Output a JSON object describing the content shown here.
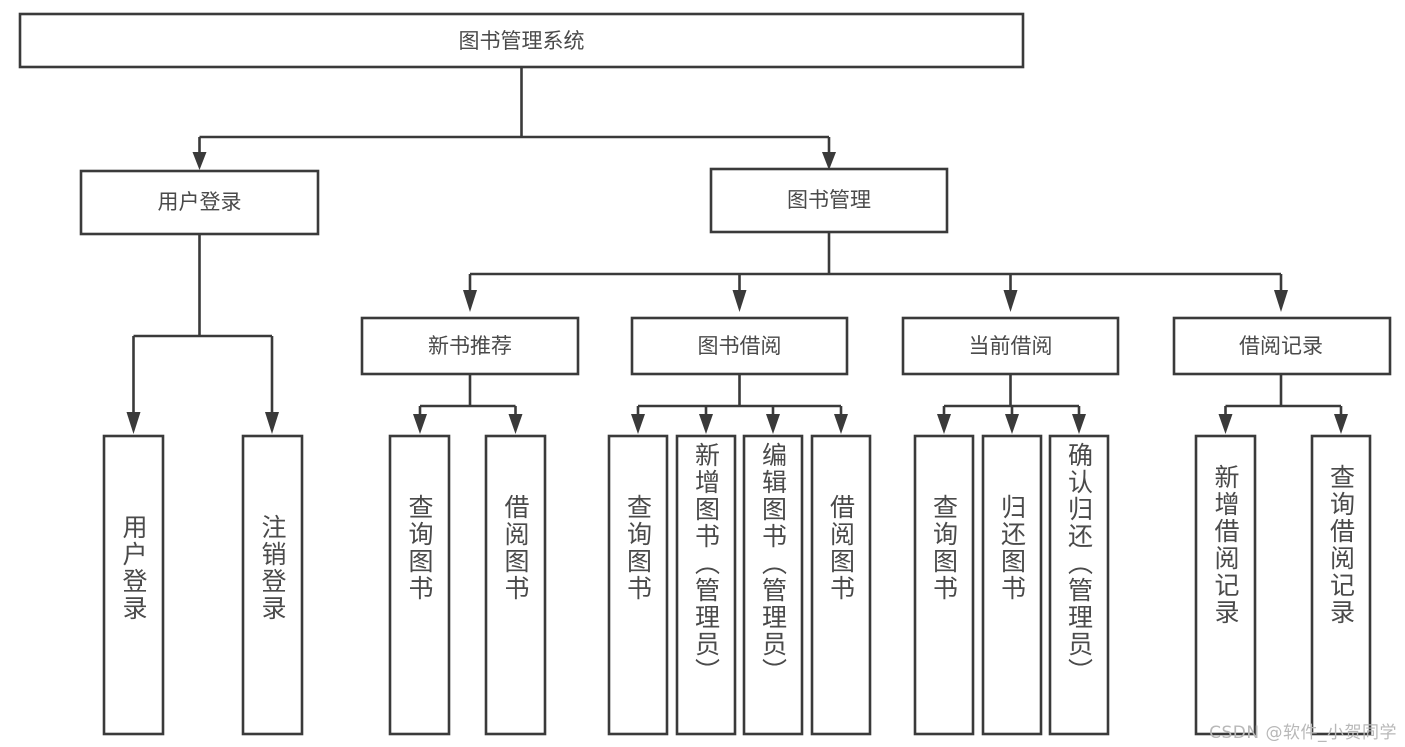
{
  "diagram": {
    "title": "图书管理系统",
    "type": "tree",
    "colors": {
      "box_stroke": "#3a3a3a",
      "box_fill": "#ffffff",
      "text": "#4a4a4a",
      "background": "#ffffff",
      "watermark": "#b8b8b8"
    },
    "root": {
      "label": "图书管理系统"
    },
    "level2": [
      {
        "label": "用户登录"
      },
      {
        "label": "图书管理"
      }
    ],
    "level3": [
      {
        "label": "新书推荐"
      },
      {
        "label": "图书借阅"
      },
      {
        "label": "当前借阅"
      },
      {
        "label": "借阅记录"
      }
    ],
    "leaves": {
      "user_login": [
        {
          "label": "用户登录"
        },
        {
          "label": "注销登录"
        }
      ],
      "new_book_recommend": [
        {
          "label": "查询图书"
        },
        {
          "label": "借阅图书"
        }
      ],
      "book_borrow": [
        {
          "label": "查询图书"
        },
        {
          "label": "新增图书（管理员）"
        },
        {
          "label": "编辑图书（管理员）"
        },
        {
          "label": "借阅图书"
        }
      ],
      "current_borrow": [
        {
          "label": "查询图书"
        },
        {
          "label": "归还图书"
        },
        {
          "label": "确认归还（管理员）"
        }
      ],
      "borrow_record": [
        {
          "label": "新增借阅记录"
        },
        {
          "label": "查询借阅记录"
        }
      ]
    }
  },
  "watermark": {
    "text": "CSDN @软件_小贺同学"
  }
}
